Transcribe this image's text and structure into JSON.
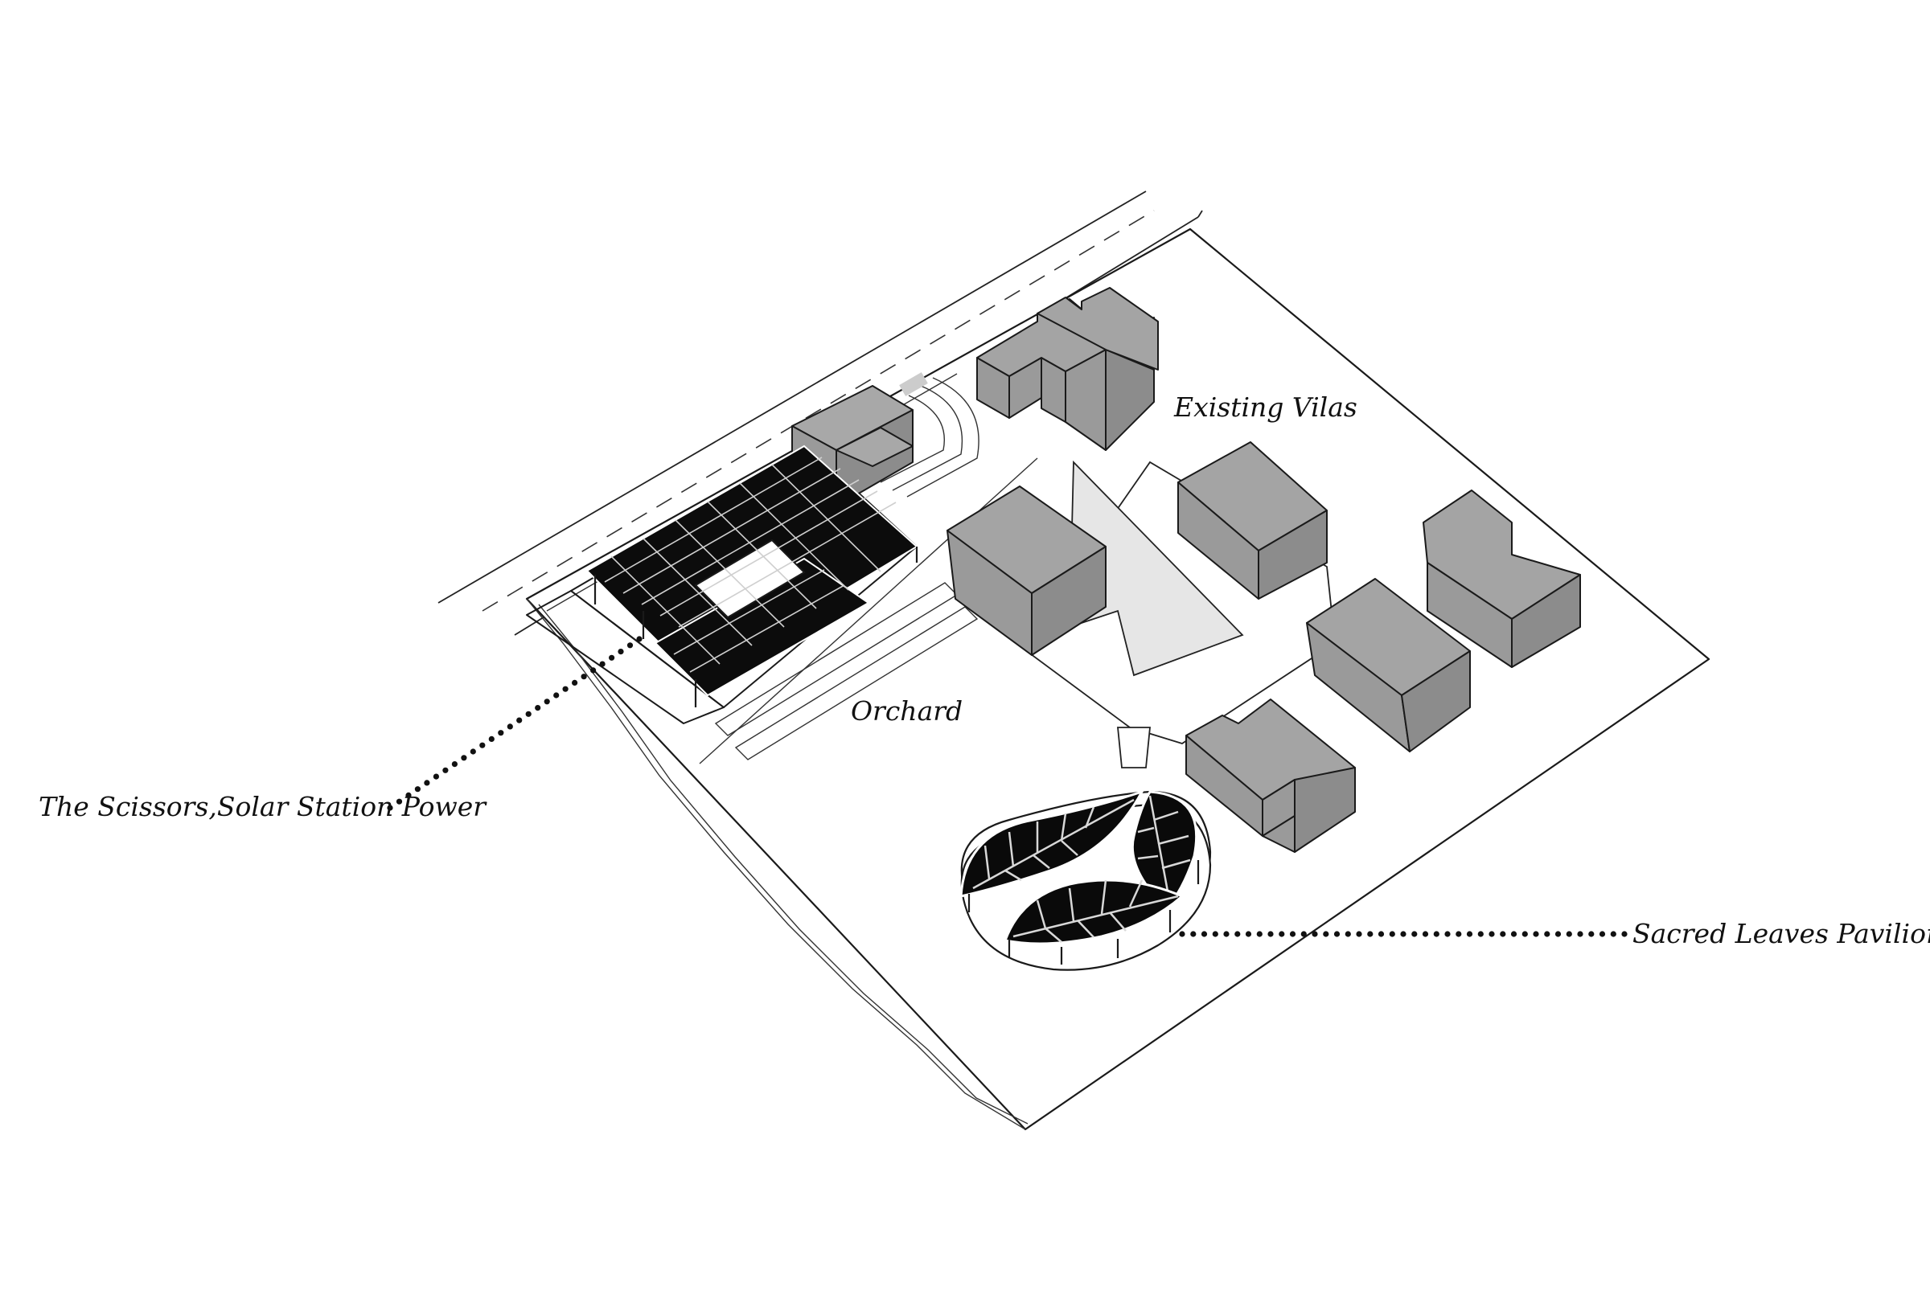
{
  "labels": {
    "existing_villas": "Existing Vilas",
    "orchard": "Orchard",
    "scissors": "The Scissors,Solar Station Power",
    "pavilion": "Sacred Leaves Pavilion"
  },
  "colors": {
    "background": "#ffffff",
    "line": "#1a1a1a",
    "villa_top": "#a4a4a4",
    "villa_side": "#8c8c8c",
    "villa_front": "#9a9a9a",
    "courtyard": "#e6e6e6",
    "solar_panel": "#0c0c0c",
    "leaf": "#0a0a0a"
  }
}
